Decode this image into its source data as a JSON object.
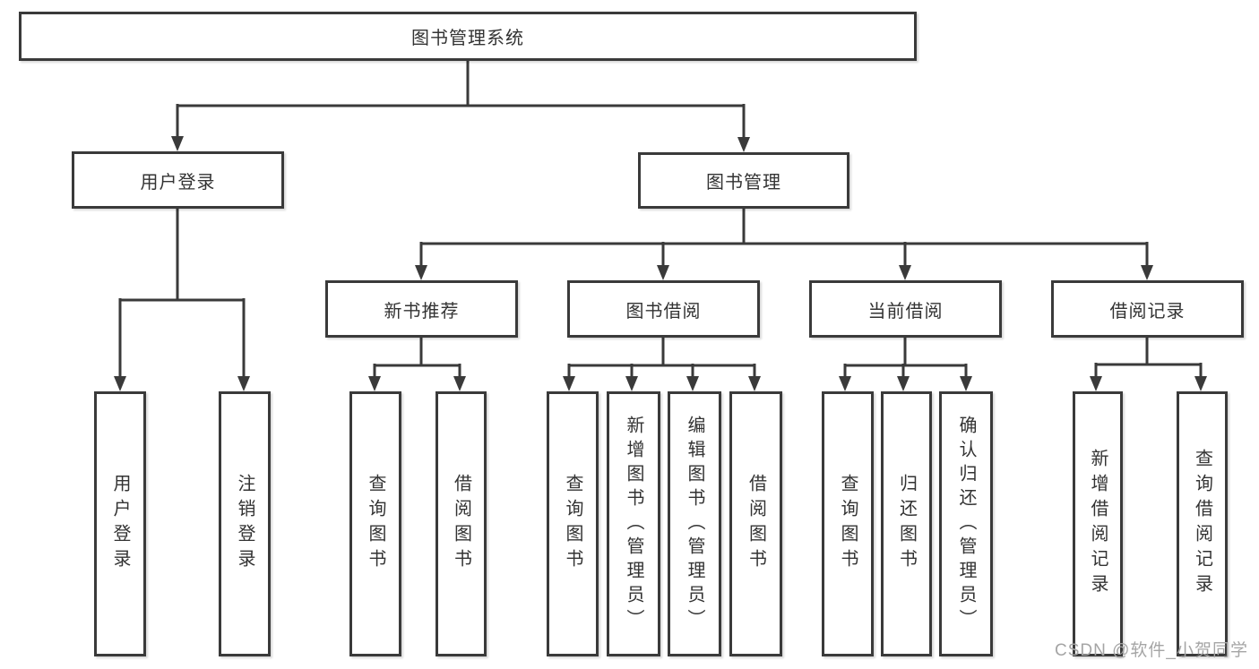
{
  "diagram": {
    "type": "hierarchy-tree",
    "tree": {
      "label": "图书管理系统",
      "children": [
        {
          "label": "用户登录",
          "children": [
            {
              "label": "用户登录"
            },
            {
              "label": "注销登录"
            }
          ]
        },
        {
          "label": "图书管理",
          "children": [
            {
              "label": "新书推荐",
              "children": [
                {
                  "label": "查询图书"
                },
                {
                  "label": "借阅图书"
                }
              ]
            },
            {
              "label": "图书借阅",
              "children": [
                {
                  "label": "查询图书"
                },
                {
                  "label": "新增图书（管理员）"
                },
                {
                  "label": "编辑图书（管理员）"
                },
                {
                  "label": "借阅图书"
                }
              ]
            },
            {
              "label": "当前借阅",
              "children": [
                {
                  "label": "查询图书"
                },
                {
                  "label": "归还图书"
                },
                {
                  "label": "确认归还（管理员）"
                }
              ]
            },
            {
              "label": "借阅记录",
              "children": [
                {
                  "label": "新增借阅记录"
                },
                {
                  "label": "查询借阅记录"
                }
              ]
            }
          ]
        }
      ]
    },
    "colors": {
      "line": "#3a3a3a",
      "box_border": "#3a3a3a",
      "text": "#333333",
      "background": "#ffffff",
      "watermark": "#a5a5a5"
    }
  },
  "watermark": {
    "text": "CSDN @软件_小贺同学"
  }
}
